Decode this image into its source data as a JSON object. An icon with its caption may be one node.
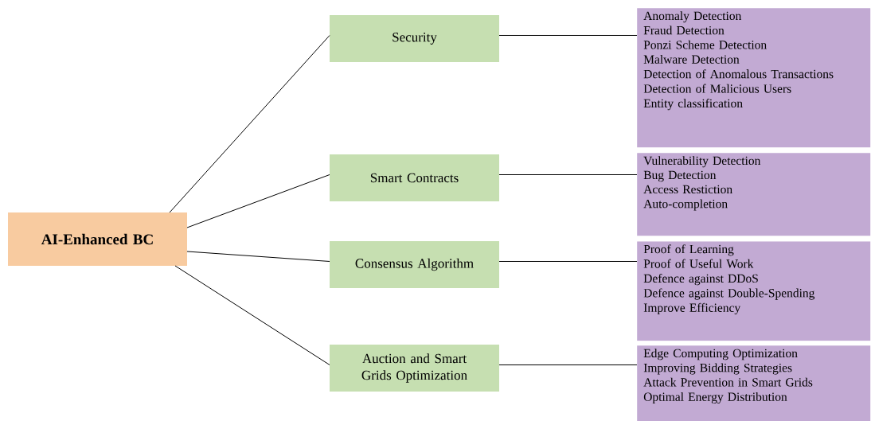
{
  "diagram": {
    "nodes": [
      {
        "text": [
          "AI-Enhanced BC"
        ]
      },
      {
        "text": [
          "Security"
        ]
      },
      {
        "text": [
          "Smart Contracts"
        ]
      },
      {
        "text": [
          "Consensus Algorithm"
        ]
      },
      {
        "text": [
          "Auction and Smart Grids Optimization"
        ]
      },
      {
        "text": [
          "Anomaly Detection",
          "Fraud Detection",
          "Ponzi Scheme Detection",
          "Malware Detection",
          "Detection of Anomalous Transactions",
          "Detection of Malicious Users",
          "Entity classification"
        ]
      },
      {
        "text": [
          "Vulnerability Detection",
          "Bug Detection",
          "Access Restiction",
          "Auto-completion"
        ]
      },
      {
        "text": [
          "Proof of Learning",
          "Proof of Useful Work",
          "Defence against DDoS",
          "Defence against Double-Spending",
          "Improve Efficiency"
        ]
      },
      {
        "text": [
          "Edge Computing Optimization",
          "Improving Bidding Strategies",
          "Attack Prevention in Smart Grids",
          "Optimal Energy Distribution"
        ]
      }
    ],
    "edges": [
      {
        "from": 0,
        "to": 1,
        "arrow": "none"
      },
      {
        "from": 0,
        "to": 2,
        "arrow": "none"
      },
      {
        "from": 0,
        "to": 3,
        "arrow": "none"
      },
      {
        "from": 0,
        "to": 4,
        "arrow": "none"
      },
      {
        "from": 1,
        "to": 5,
        "arrow": "none"
      },
      {
        "from": 2,
        "to": 6,
        "arrow": "none"
      },
      {
        "from": 3,
        "to": 7,
        "arrow": "none"
      },
      {
        "from": 4,
        "to": 8,
        "arrow": "none"
      }
    ]
  }
}
